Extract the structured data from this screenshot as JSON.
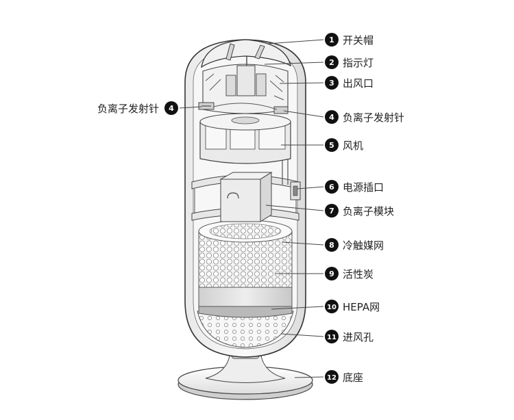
{
  "diagram": {
    "labels": [
      {
        "id": "l1",
        "num": "1",
        "text": "开关帽"
      },
      {
        "id": "l2",
        "num": "2",
        "text": "指示灯"
      },
      {
        "id": "l3",
        "num": "3",
        "text": "出风口"
      },
      {
        "id": "l4a",
        "num": "4",
        "text": "负离子发射针"
      },
      {
        "id": "l4b",
        "num": "4",
        "text": "负离子发射针"
      },
      {
        "id": "l5",
        "num": "5",
        "text": "风机"
      },
      {
        "id": "l6",
        "num": "6",
        "text": "电源插口"
      },
      {
        "id": "l7",
        "num": "7",
        "text": "负离子模块"
      },
      {
        "id": "l8",
        "num": "8",
        "text": "冷触媒网"
      },
      {
        "id": "l9",
        "num": "9",
        "text": "活性炭"
      },
      {
        "id": "l10",
        "num": "10",
        "text": "HEPA网"
      },
      {
        "id": "l11",
        "num": "11",
        "text": "进风孔"
      },
      {
        "id": "l12",
        "num": "12",
        "text": "底座"
      }
    ]
  }
}
